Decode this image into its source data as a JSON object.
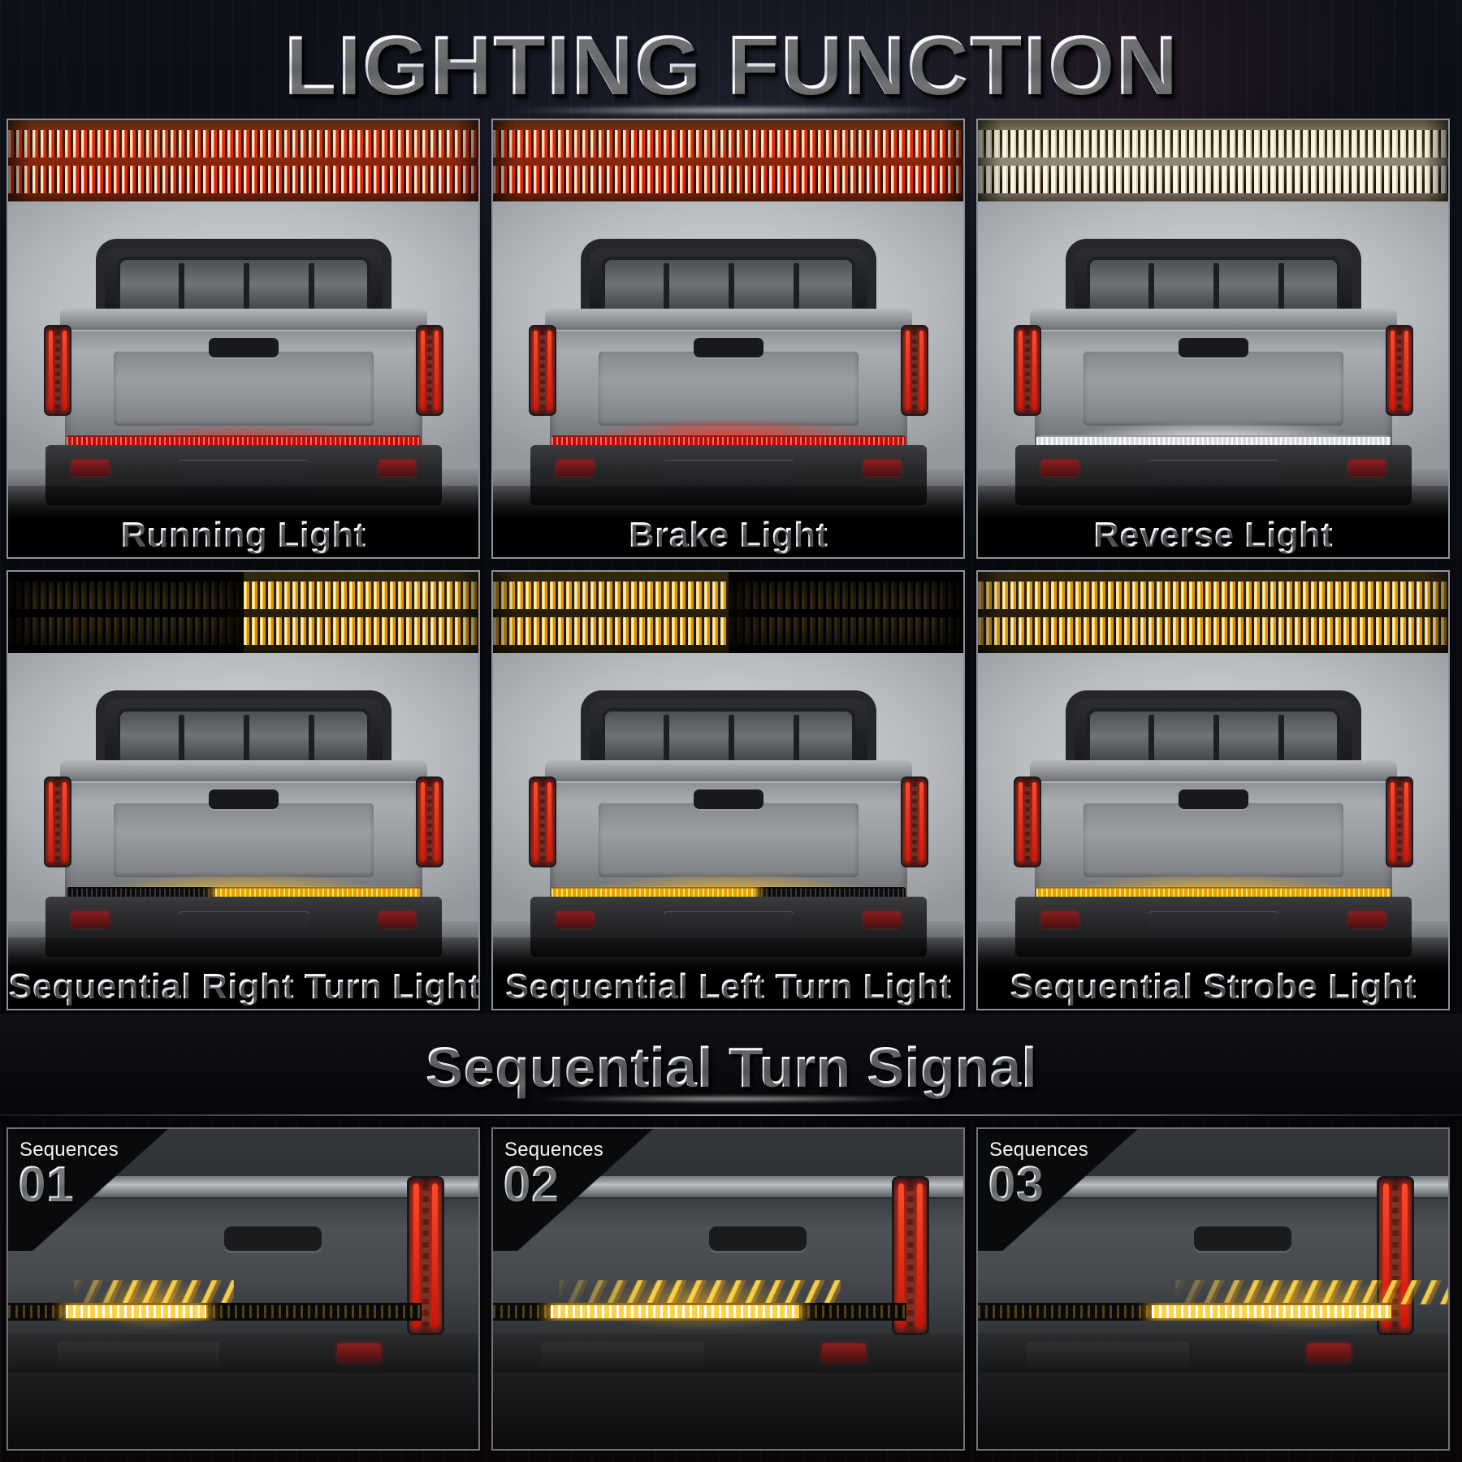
{
  "header": {
    "title": "LIGHTING FUNCTION"
  },
  "section_heading": "Sequential Turn Signal",
  "colors": {
    "red_led": "#d01008",
    "white_led": "#ffffff",
    "amber_led": "#ffc02a",
    "background": "#05070c",
    "panel_border": "#8c9099",
    "caption_text": "#ffffff"
  },
  "functions": [
    {
      "caption": "Running Light",
      "strip_color": "red",
      "strip_lit_from_pct": 0,
      "strip_lit_to_pct": 100,
      "bar_color": "red",
      "bar_lit_from_pct": 0,
      "bar_lit_to_pct": 100,
      "glow": "red"
    },
    {
      "caption": "Brake Light",
      "strip_color": "red",
      "strip_lit_from_pct": 0,
      "strip_lit_to_pct": 100,
      "bar_color": "red",
      "bar_lit_from_pct": 0,
      "bar_lit_to_pct": 100,
      "glow": "red strong"
    },
    {
      "caption": "Reverse Light",
      "strip_color": "white",
      "strip_lit_from_pct": 0,
      "strip_lit_to_pct": 100,
      "bar_color": "white",
      "bar_lit_from_pct": 0,
      "bar_lit_to_pct": 100,
      "glow": "white"
    },
    {
      "caption": "Sequential Right Turn Light",
      "strip_color": "amber",
      "strip_lit_from_pct": 50,
      "strip_lit_to_pct": 100,
      "bar_color": "amber",
      "bar_lit_from_pct": 42,
      "bar_lit_to_pct": 100,
      "glow": "amber"
    },
    {
      "caption": "Sequential Left Turn Light",
      "strip_color": "amber",
      "strip_lit_from_pct": 0,
      "strip_lit_to_pct": 50,
      "bar_color": "amber",
      "bar_lit_from_pct": 0,
      "bar_lit_to_pct": 58,
      "glow": "amber"
    },
    {
      "caption": "Sequential Strobe Light",
      "strip_color": "amber",
      "strip_lit_from_pct": 0,
      "strip_lit_to_pct": 100,
      "bar_color": "amber",
      "bar_lit_from_pct": 0,
      "bar_lit_to_pct": 100,
      "glow": "amber"
    }
  ],
  "sequences": [
    {
      "label": "Sequences",
      "number": "01",
      "lit_from_pct": 14,
      "lit_to_pct": 48
    },
    {
      "label": "Sequences",
      "number": "02",
      "lit_from_pct": 14,
      "lit_to_pct": 74
    },
    {
      "label": "Sequences",
      "number": "03",
      "lit_from_pct": 42,
      "lit_to_pct": 100
    }
  ]
}
